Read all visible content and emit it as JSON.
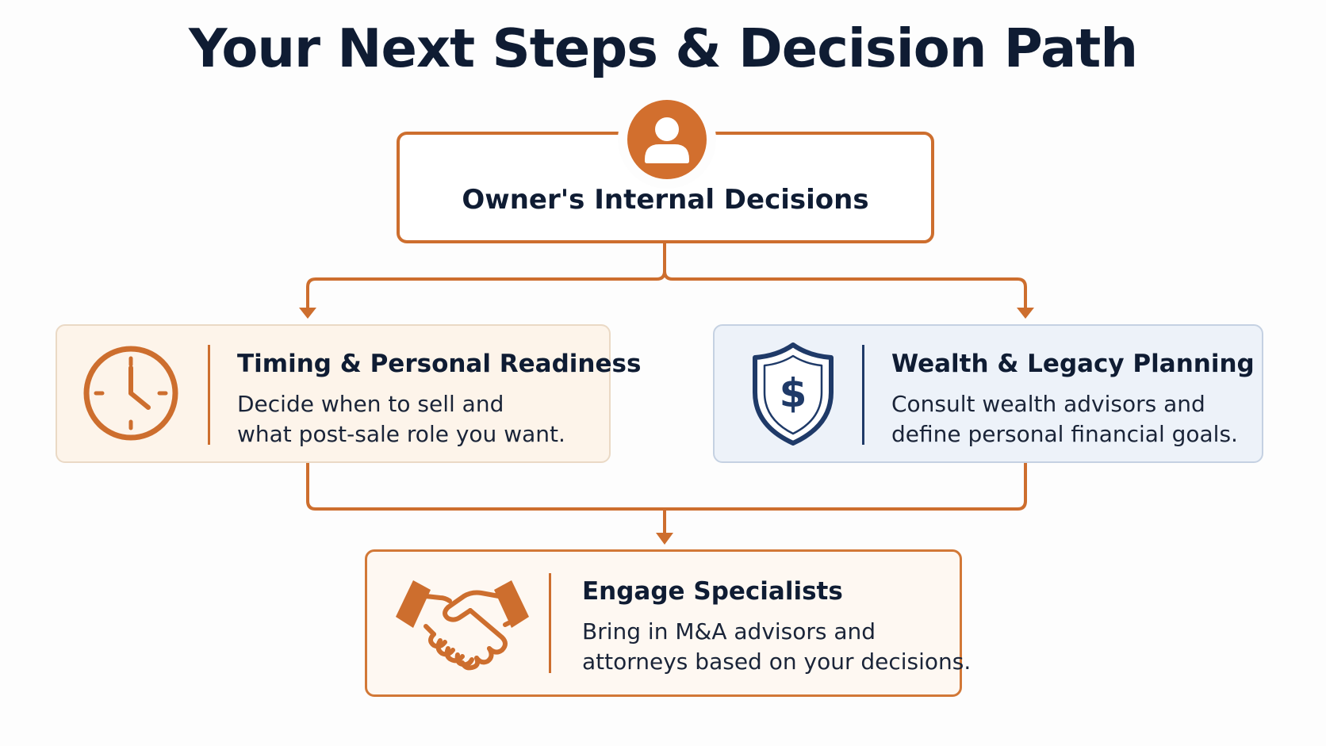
{
  "title": "Your Next Steps & Decision Path",
  "colors": {
    "accent": "#cd6e2e",
    "navy": "#1f3a68",
    "title_text": "#0f1c33"
  },
  "root": {
    "icon": "person-icon",
    "label": "Owner's Internal Decisions"
  },
  "branches": [
    {
      "icon": "clock-icon",
      "title": "Timing & Personal Readiness",
      "lines": [
        "Decide when to sell and",
        "what post-sale role you want."
      ]
    },
    {
      "icon": "shield-dollar-icon",
      "title": "Wealth & Legacy Planning",
      "lines": [
        "Consult wealth advisors and",
        "define personal financial goals."
      ]
    }
  ],
  "outcome": {
    "icon": "handshake-icon",
    "title": "Engage Specialists",
    "lines": [
      "Bring in M&A advisors and",
      "attorneys based on your decisions."
    ]
  }
}
